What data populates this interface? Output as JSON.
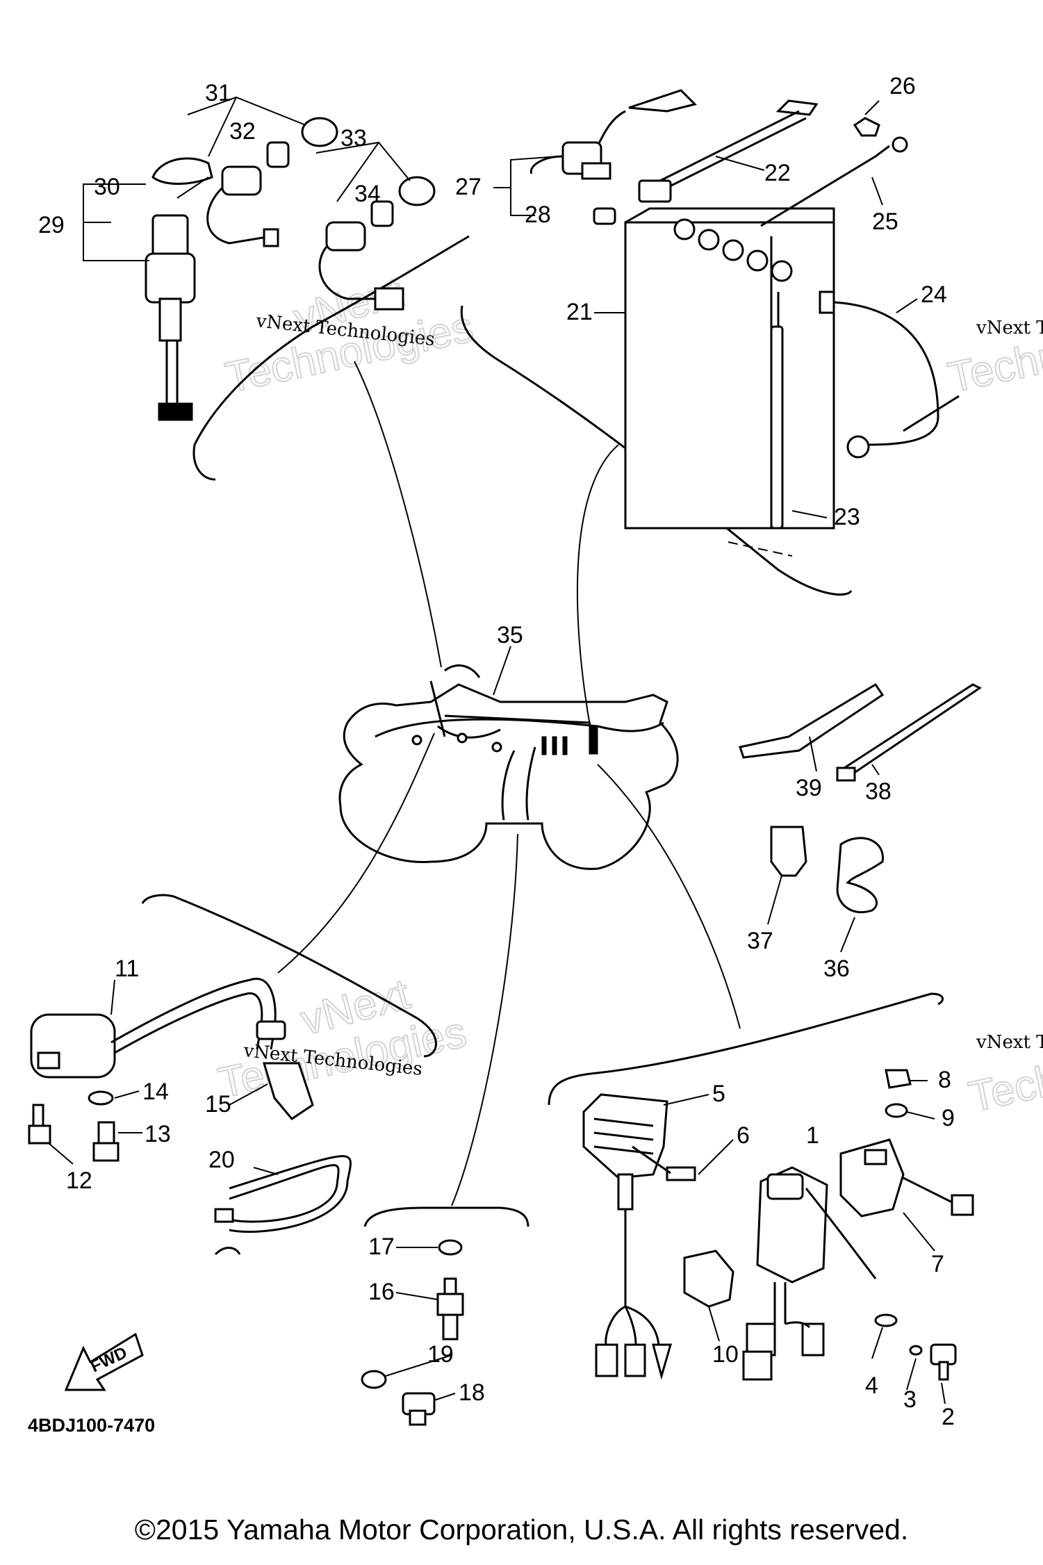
{
  "diagram": {
    "callouts": [
      "1",
      "2",
      "3",
      "4",
      "5",
      "6",
      "7",
      "8",
      "9",
      "10",
      "11",
      "12",
      "13",
      "14",
      "15",
      "16",
      "17",
      "18",
      "19",
      "20",
      "21",
      "22",
      "23",
      "24",
      "25",
      "26",
      "27",
      "28",
      "29",
      "30",
      "31",
      "32",
      "33",
      "34",
      "35",
      "36",
      "37",
      "38",
      "39"
    ],
    "watermark_text": "vNext Technologies",
    "watermark_big": "vNext",
    "watermark_big2": "Technologies",
    "diagram_code": "4BDJ100-7470",
    "fwd_label": "FWD"
  },
  "footer": {
    "copyright": "©2015 Yamaha Motor Corporation, U.S.A. All rights reserved."
  }
}
